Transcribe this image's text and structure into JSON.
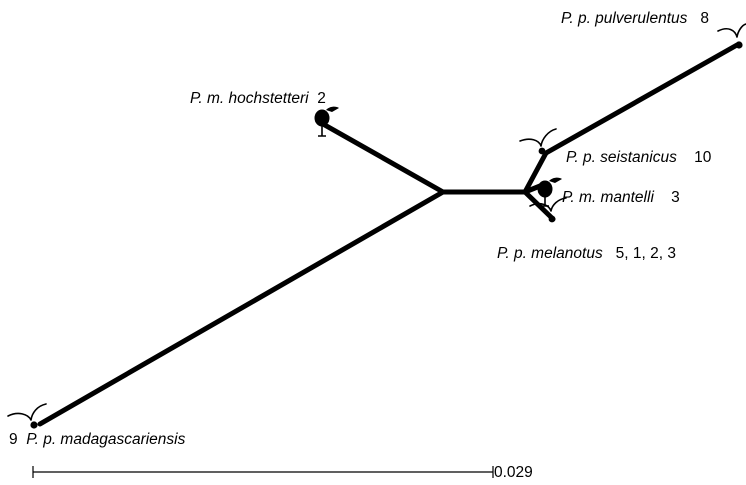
{
  "taxa": [
    {
      "name": "P. p. pulverulentus",
      "count": "8"
    },
    {
      "name": "P. m. hochstetteri",
      "count": "2"
    },
    {
      "name": "P. p. seistanicus",
      "count": "10"
    },
    {
      "name": "P. m. mantelli",
      "count": "3"
    },
    {
      "name": "P. p. melanotus",
      "count": "5, 1, 2, 3"
    },
    {
      "name": "P. p. madagascariensis",
      "count": "9"
    }
  ],
  "scale_bar": {
    "label": "0.029"
  }
}
